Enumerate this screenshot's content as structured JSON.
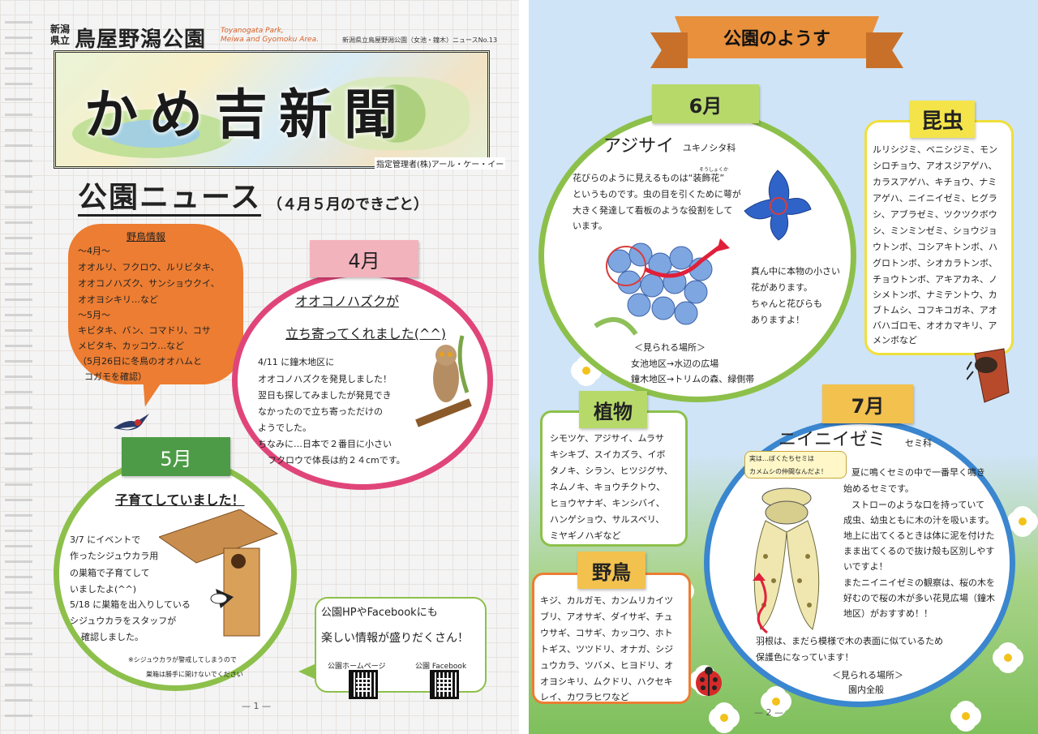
{
  "colors": {
    "ribbon": "#e8903c",
    "circle_green": "#8dc04b",
    "circle_pink": "#e0457a",
    "circle_blue": "#3a86cf",
    "tag_pink": "#f2b3bd",
    "tag_green": "#4d9b46",
    "tag_lime": "#b7d96a",
    "bubble_orange": "#ec7d32"
  },
  "masthead": {
    "pref": "新潟\n県立",
    "park_name": "鳥屋野潟公園",
    "park_en": "Toyanogata Park,\nMeiwa and Gyomoku Area.",
    "issue": "新潟県立鳥屋野潟公園（女池・鐘木）ニュースNo.13",
    "newspaper_title": "かめ吉新聞",
    "manager": "指定管理者(株)アール・ケー・イー"
  },
  "news": {
    "heading": "公園ニュース",
    "subheading": "（４月５月のできごと）"
  },
  "birds_box": {
    "title": "野鳥情報",
    "lines": [
      "〜4月〜",
      "オオルリ、フクロウ、ルリビタキ、",
      "オオコノハズク、サンショウクイ、",
      "オオヨシキリ…など",
      "〜5月〜",
      "キビタキ、バン、コマドリ、コサ",
      "メビタキ、カッコウ…など",
      "（5月26日に冬鳥のオオハムと",
      "コガモを確認）"
    ]
  },
  "april": {
    "tag": "4月",
    "headline1": "オオコノハズクが",
    "headline2": "立ち寄ってくれました(^^)",
    "lines": [
      "4/11 に鐘木地区に",
      "オオコノハズクを発見しました！",
      "翌日も探してみましたが発見でき",
      "なかったので立ち寄っただけの",
      "ようでした。",
      "ちなみに…日本で２番目に小さい",
      "フクロウで体長は約２４cmです。"
    ]
  },
  "may": {
    "tag": "5月",
    "headline": "子育てしていました！",
    "lines": [
      "3/7 にイベントで",
      "作ったシジュウカラ用",
      "の巣箱で子育てして",
      "いましたよ(^^)",
      "5/18 に巣箱を出入りしている",
      "シジュウカラをスタッフが",
      "確認しました。"
    ],
    "note1": "※シジュウカラが警戒してしまうので",
    "note2": "巣箱は勝手に開けないでください"
  },
  "web": {
    "line1": "公園HPやFacebookにも",
    "line2": "楽しい情報が盛りだくさん！",
    "hp_label": "公園ホームページ",
    "fb_label": "公園 Facebook"
  },
  "page_numbers": {
    "left": "— 1 —",
    "right": "— 2 —"
  },
  "right_page": {
    "banner": "公園のようす"
  },
  "june": {
    "tag": "6月",
    "plant_name": "アジサイ",
    "plant_family": "ユキノシタ科",
    "furigana": "そうしょくか",
    "desc": [
      "花びらのように見えるものは“装飾花”",
      "というものです。虫の目を引くために萼が",
      "大きく発達して看板のような役割をして",
      "います。"
    ],
    "note": [
      "真ん中に本物の小さい",
      "花があります。",
      "ちゃんと花びらも",
      "ありますよ！"
    ],
    "where_label": "＜見られる場所＞",
    "where": [
      "女池地区→水辺の広場",
      "鐘木地区→トリムの森、緑側帯"
    ]
  },
  "insects": {
    "tag": "昆虫",
    "lines": [
      "ルリシジミ、ベニシジミ、モン",
      "シロチョウ、アオスジアゲハ、",
      "カラスアゲハ、キチョウ、ナミ",
      "アゲハ、ニイニイゼミ、ヒグラ",
      "シ、アブラゼミ、ツクツクボウ",
      "シ、ミンミンゼミ、ショウジョ",
      "ウトンボ、コシアキトンボ、ハ",
      "グロトンボ、シオカラトンボ、",
      "チョウトンボ、アキアカネ、ノ",
      "シメトンボ、ナミテントウ、カ",
      "ブトムシ、コフキコガネ、アオ",
      "バハゴロモ、オオカマキリ、ア",
      "メンボなど"
    ]
  },
  "plants": {
    "tag": "植物",
    "lines": [
      "シモツケ、アジサイ、ムラサ",
      "キシキブ、スイカズラ、イボ",
      "タノキ、シラン、ヒツジグサ、",
      "ネムノキ、キョウチクトウ、",
      "ヒョウヤナギ、キンシバイ、",
      "ハンゲショウ、サルスベリ、",
      "ミヤギノハギなど"
    ]
  },
  "wild_birds": {
    "tag": "野鳥",
    "lines": [
      "キジ、カルガモ、カンムリカイツ",
      "ブリ、アオサギ、ダイサギ、チュ",
      "ウサギ、コサギ、カッコウ、ホト",
      "トギス、ツツドリ、オナガ、シジ",
      "ュウカラ、ツバメ、ヒヨドリ、オ",
      "オヨシキリ、ムクドリ、ハクセキ",
      "レイ、カワラヒワなど"
    ]
  },
  "july": {
    "tag": "7月",
    "insect_name": "ニイニイゼミ",
    "insect_family": "セミ科",
    "bubble1": "実は…ぼくたちセミは",
    "bubble2": "カメムシの仲間なんだよ！",
    "lines": [
      "夏に鳴くセミの中で一番早く鳴き",
      "始めるセミです。",
      "ストローのような口を持っていて",
      "成虫、幼虫ともに木の汁を吸います。",
      "地上に出てくるときは体に泥を付けた",
      "まま出てくるので抜け殻も区別しやす",
      "いですよ！",
      "またニイニイゼミの観察は、桜の木を",
      "好むので桜の木が多い花見広場（鐘木",
      "地区）がおすすめ！！"
    ],
    "wing_note1": "羽根は、まだら模様で木の表面に似ているため",
    "wing_note2": "保護色になっています！",
    "where_label": "＜見られる場所＞",
    "where": "園内全般"
  }
}
